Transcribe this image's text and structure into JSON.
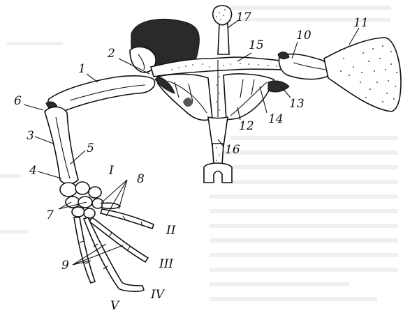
{
  "figure": {
    "labels": [
      {
        "id": "1",
        "text": "1"
      },
      {
        "id": "2",
        "text": "2"
      },
      {
        "id": "3",
        "text": "3"
      },
      {
        "id": "4",
        "text": "4"
      },
      {
        "id": "5",
        "text": "5"
      },
      {
        "id": "6",
        "text": "6"
      },
      {
        "id": "7",
        "text": "7"
      },
      {
        "id": "8",
        "text": "8"
      },
      {
        "id": "9",
        "text": "9"
      },
      {
        "id": "10",
        "text": "10"
      },
      {
        "id": "11",
        "text": "11"
      },
      {
        "id": "12",
        "text": "12"
      },
      {
        "id": "13",
        "text": "13"
      },
      {
        "id": "14",
        "text": "14"
      },
      {
        "id": "15",
        "text": "15"
      },
      {
        "id": "16",
        "text": "16"
      },
      {
        "id": "17",
        "text": "17"
      }
    ],
    "digits": [
      {
        "id": "I",
        "text": "I"
      },
      {
        "id": "II",
        "text": "II"
      },
      {
        "id": "III",
        "text": "III"
      },
      {
        "id": "IV",
        "text": "IV"
      },
      {
        "id": "V",
        "text": "V"
      }
    ]
  }
}
